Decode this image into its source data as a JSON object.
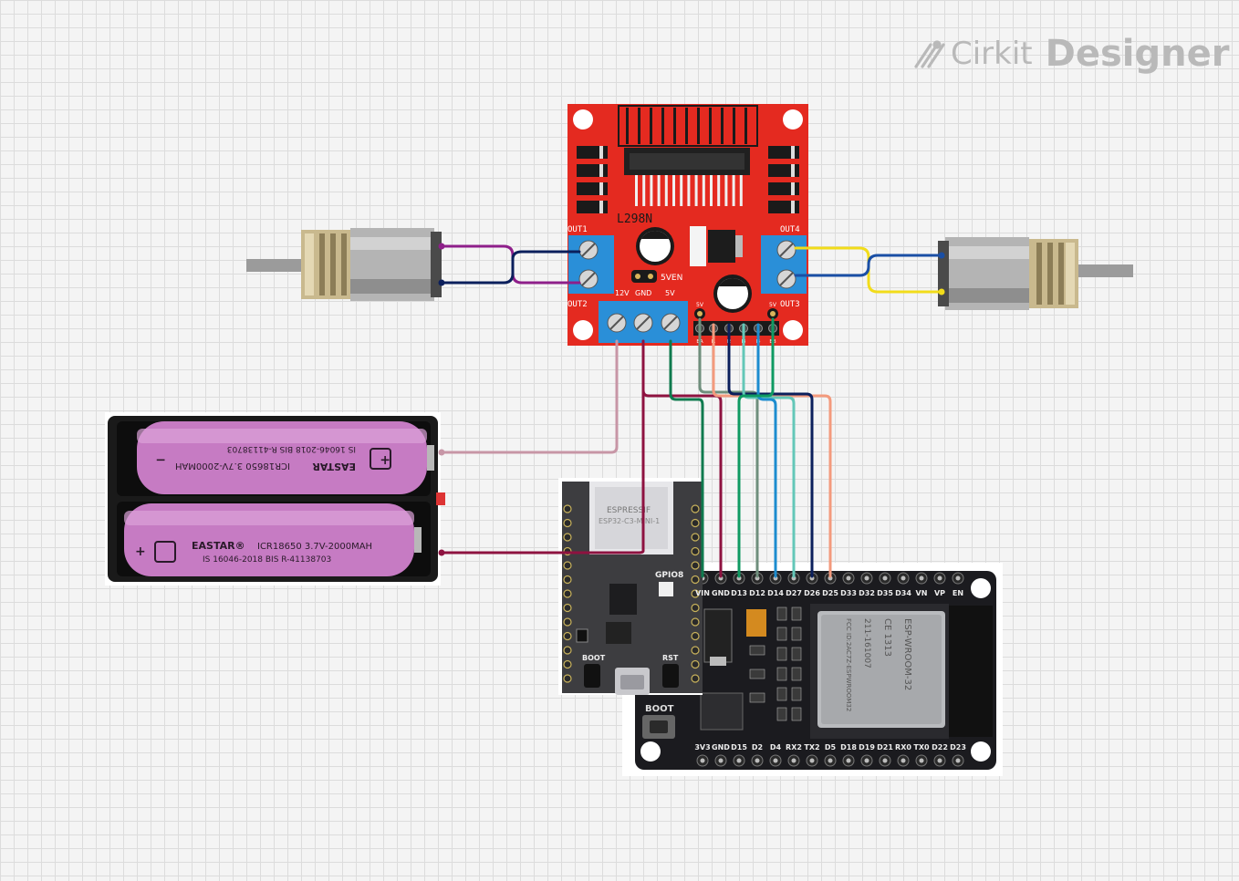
{
  "app": {
    "brand_part1": "Cirkit",
    "brand_part2": "Designer"
  },
  "driver": {
    "chip_label": "L298N",
    "out1": "OUT1",
    "out2": "OUT2",
    "out3": "OUT3",
    "out4": "OUT4",
    "v12": "12V",
    "gnd": "GND",
    "v5": "5V",
    "en5v": "5VEN",
    "pin_5v_left": "5V",
    "pin_5v_right": "5V",
    "pins": [
      "EA",
      "I1",
      "I2",
      "I3",
      "I4",
      "EB"
    ]
  },
  "battery": {
    "cell1_brand": "EASTAR",
    "cell1_spec": "ICR18650 3.7V-2000MAH",
    "cell1_std": "IS 16046-2018 BIS R-41138703",
    "cell2_brand": "EASTAR®",
    "cell2_spec": "ICR18650 3.7V-2000MAH",
    "cell2_std": "IS 16046-2018 BIS R-41138703",
    "plus": "+",
    "minus": "−"
  },
  "c3": {
    "brand": "ESPRESSIF",
    "model": "ESP32-C3-MINI-1",
    "gpio": "GPIO8",
    "boot": "BOOT",
    "rst": "RST"
  },
  "esp32": {
    "top_pins": [
      "VIN",
      "GND",
      "D13",
      "D12",
      "D14",
      "D27",
      "D26",
      "D25",
      "D33",
      "D32",
      "D35",
      "D34",
      "VN",
      "VP",
      "EN"
    ],
    "bottom_pins": [
      "3V3",
      "GND",
      "D15",
      "D2",
      "D4",
      "RX2",
      "TX2",
      "D5",
      "D18",
      "D19",
      "D21",
      "RX0",
      "TX0",
      "D22",
      "D23"
    ],
    "boot": "BOOT",
    "module_name": "ESP-WROOM-32",
    "module_cert": "211-161007",
    "module_ce": "CE 1313",
    "module_fcc": "FCC ID:2AC7Z-ESPWROOM32"
  },
  "colors": {
    "driver_red": "#e42a20",
    "terminal_blue": "#2a8fd8",
    "esp_black": "#1b1b1f",
    "c3_board": "#3d3d40",
    "wire_purple": "#8e1f8a",
    "wire_navy": "#0b1f5c",
    "wire_yellow": "#f2dc1a",
    "wire_blue": "#1a4fa5",
    "wire_pink": "#c796a6",
    "wire_maroon": "#8e1240",
    "wire_green": "#0f7a4e",
    "wire_gray": "#6f8f7d",
    "wire_salmon": "#f39a7d",
    "wire_teal": "#63c7b8",
    "wire_cyan": "#1c8ccf"
  }
}
